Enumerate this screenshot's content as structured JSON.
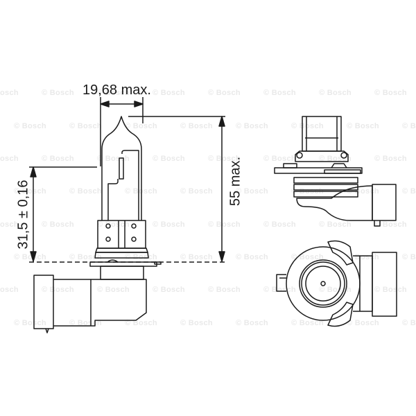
{
  "diagram": {
    "subject": "Headlight bulb technical drawing",
    "watermark": "© Bosch",
    "colors": {
      "line": "#1a1a1a",
      "background": "#ffffff",
      "watermark": "#e9e9e9"
    },
    "dimensions": {
      "width_max": {
        "label": "19,68 max.",
        "orientation": "horizontal"
      },
      "reference_height": {
        "label": "31,5 ± 0,16",
        "orientation": "vertical"
      },
      "overall_height_max": {
        "label": "55 max.",
        "orientation": "vertical"
      }
    },
    "views": [
      {
        "name": "front-elevation",
        "description": "Side view of bulb with glass capsule, filament, base and connector"
      },
      {
        "name": "side-elevation",
        "description": "Base and connector side view"
      },
      {
        "name": "top-plan",
        "description": "Top view of base with circular flange and connector"
      }
    ]
  }
}
